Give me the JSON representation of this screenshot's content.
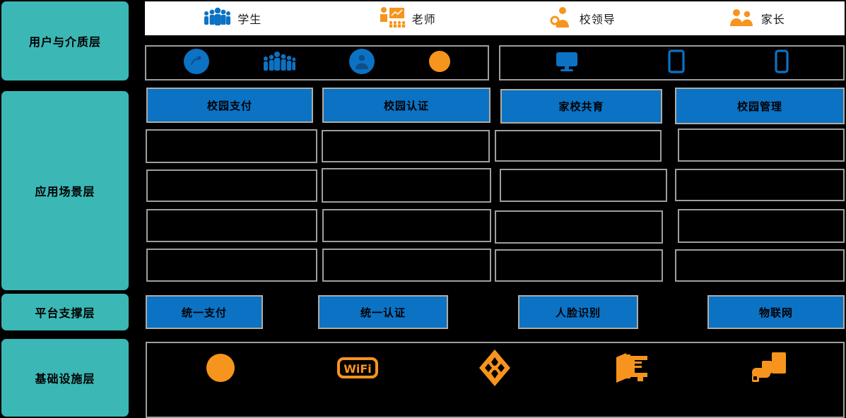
{
  "colors": {
    "background": "#000000",
    "layer_label_bg": "#3bb7b5",
    "card_blue": "#0b72c4",
    "icon_blue": "#0b72c4",
    "icon_orange": "#f7941d",
    "outline_gray": "#9e9e9e",
    "user_bar_bg": "#ffffff"
  },
  "layers": [
    {
      "name": "用户与介质层"
    },
    {
      "name": "应用场景层"
    },
    {
      "name": "平台支撑层"
    },
    {
      "name": "基础设施层"
    }
  ],
  "user_bar": {
    "items": [
      {
        "label": "学生",
        "icon": "group-people-icon",
        "color": "#0b72c4"
      },
      {
        "label": "老师",
        "icon": "teacher-presentation-icon",
        "color": "#f7941d"
      },
      {
        "label": "校领导",
        "icon": "school-leader-icon",
        "color": "#f7941d"
      },
      {
        "label": "家长",
        "icon": "parents-icon",
        "color": "#f7941d"
      }
    ]
  },
  "media_row": {
    "left_box": {
      "icons": [
        {
          "icon": "nfc-card-circle-icon",
          "color": "#0b72c4"
        },
        {
          "icon": "crowd-people-icon",
          "color": "#0b72c4"
        },
        {
          "icon": "user-badge-circle-icon",
          "color": "#0b72c4"
        },
        {
          "icon": "orange-circle-icon",
          "color": "#f7941d"
        }
      ]
    },
    "right_box": {
      "icons": [
        {
          "icon": "desktop-monitor-icon",
          "color": "#0b72c4"
        },
        {
          "icon": "tablet-icon",
          "color": "#0b72c4"
        },
        {
          "icon": "smartphone-icon",
          "color": "#0b72c4"
        }
      ]
    }
  },
  "application_layer": {
    "columns": [
      {
        "header": "校园支付",
        "rows": [
          "",
          "",
          "",
          ""
        ]
      },
      {
        "header": "校园认证",
        "rows": [
          "",
          "",
          "",
          ""
        ]
      },
      {
        "header": "家校共育",
        "rows": [
          "",
          "",
          "",
          ""
        ]
      },
      {
        "header": "校园管理",
        "rows": [
          "",
          "",
          "",
          ""
        ]
      }
    ]
  },
  "platform_layer": {
    "cards": [
      "统一支付",
      "统一认证",
      "人脸识别",
      "物联网"
    ]
  },
  "infrastructure_layer": {
    "icons": [
      {
        "icon": "orange-circle-icon",
        "color": "#f7941d"
      },
      {
        "icon": "wifi-badge-icon",
        "color": "#f7941d"
      },
      {
        "icon": "network-node-diamond-icon",
        "color": "#f7941d"
      },
      {
        "icon": "workstation-computer-icon",
        "color": "#f7941d"
      },
      {
        "icon": "server-stack-icon",
        "color": "#f7941d"
      }
    ]
  }
}
